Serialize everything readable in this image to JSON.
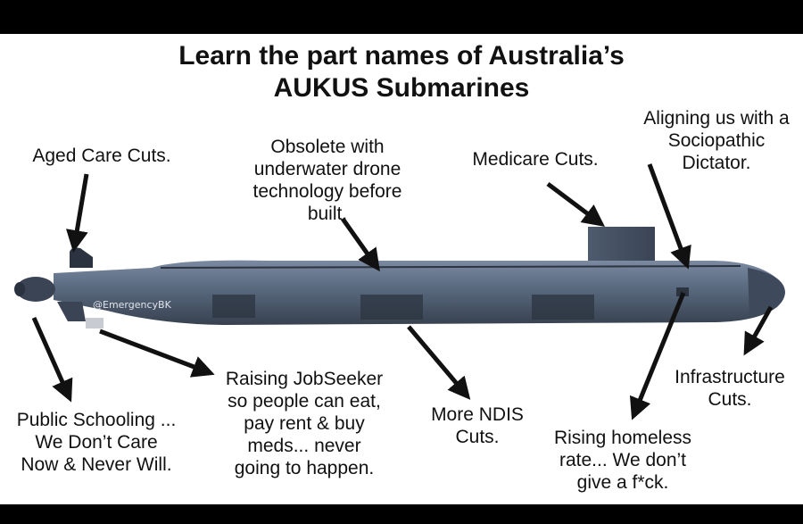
{
  "title": {
    "line1": "Learn the part names of Australia’s",
    "line2": "AUKUS Submarines"
  },
  "watermark": "@EmergencyBK",
  "labels": {
    "aged_care": "Aged Care Cuts.",
    "obsolete": [
      "Obsolete with",
      "underwater drone",
      "technology before",
      "built."
    ],
    "medicare": "Medicare Cuts.",
    "aligning": [
      "Aligning us with a",
      "Sociopathic",
      "Dictator."
    ],
    "public_schooling": [
      "Public Schooling ...",
      "We Don’t Care",
      "Now & Never Will."
    ],
    "jobseeker": [
      "Raising JobSeeker",
      "so people can eat,",
      "pay rent & buy",
      "meds... never",
      "going to happen."
    ],
    "ndis": [
      "More NDIS",
      "Cuts."
    ],
    "homeless": [
      "Rising homeless",
      "rate... We don’t",
      "give a f*ck."
    ],
    "infrastructure": [
      "Infrastructure",
      "Cuts."
    ]
  },
  "colors": {
    "hull": "#5a6a80",
    "hull_dark": "#3a4658",
    "arrow": "#111111",
    "background": "#ffffff"
  }
}
